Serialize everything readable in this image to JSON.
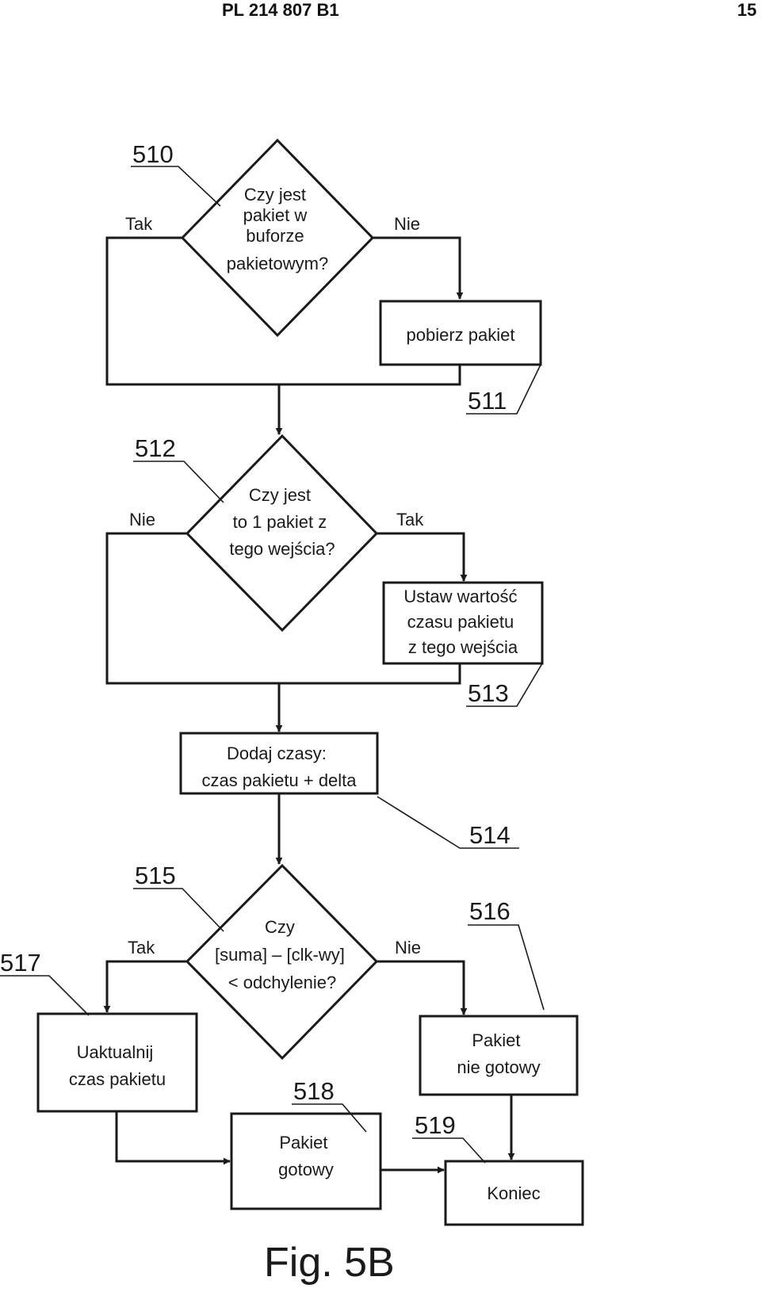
{
  "header": {
    "doc_number": "PL 214 807 B1",
    "page_number": "15"
  },
  "figure_label": "Fig. 5B",
  "nodes": {
    "n510": {
      "ref": "510",
      "lines": [
        "Czy jest",
        "pakiet w",
        "buforze",
        "pakietowym?"
      ]
    },
    "n511": {
      "ref": "511",
      "lines": [
        "pobierz pakiet"
      ]
    },
    "n512": {
      "ref": "512",
      "lines": [
        "Czy jest",
        "to 1 pakiet z",
        "tego wejścia?"
      ]
    },
    "n513": {
      "ref": "513",
      "lines": [
        "Ustaw wartość",
        "czasu pakietu",
        "z tego wejścia"
      ]
    },
    "n514": {
      "ref": "514",
      "lines": [
        "Dodaj czasy:",
        "czas pakietu + delta"
      ]
    },
    "n515": {
      "ref": "515",
      "lines": [
        "Czy",
        "[suma] – [clk-wy]",
        "< odchylenie?"
      ]
    },
    "n516": {
      "ref": "516",
      "lines": [
        "Pakiet",
        "nie gotowy"
      ]
    },
    "n517": {
      "ref": "517",
      "lines": [
        "Uaktualnij",
        "czas pakietu"
      ]
    },
    "n518": {
      "ref": "518",
      "lines": [
        "Pakiet",
        "gotowy"
      ]
    },
    "n519": {
      "ref": "519",
      "lines": [
        "Koniec"
      ]
    }
  },
  "edge_labels": {
    "e510_yes": "Tak",
    "e510_no": "Nie",
    "e512_no": "Nie",
    "e512_yes": "Tak",
    "e515_yes": "Tak",
    "e515_no": "Nie"
  }
}
